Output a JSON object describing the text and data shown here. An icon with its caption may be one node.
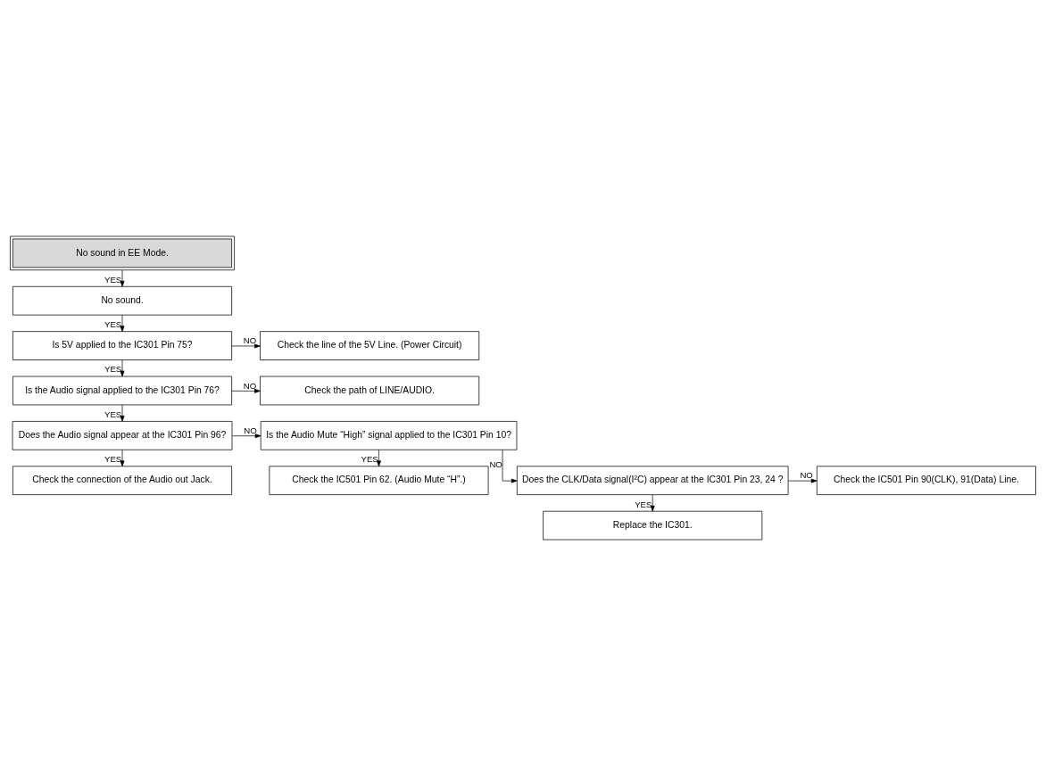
{
  "diagram": {
    "nodes": [
      {
        "text": [
          "No sound in EE Mode."
        ]
      },
      {
        "text": [
          "No sound."
        ]
      },
      {
        "text": [
          "Is 5V applied to the IC301 Pin 75?"
        ]
      },
      {
        "text": [
          "Check the line of the 5V Line. (Power Circuit)"
        ]
      },
      {
        "text": [
          "Is the Audio signal applied to the IC301 Pin 76?"
        ]
      },
      {
        "text": [
          "Check the path of LINE/AUDIO."
        ]
      },
      {
        "text": [
          "Does the Audio signal appear at the IC301 Pin 96?"
        ]
      },
      {
        "text": [
          "Is the Audio Mute “High” signal applied to the IC301 Pin 10?"
        ]
      },
      {
        "text": [
          "Check the connection of the Audio out Jack."
        ]
      },
      {
        "text": [
          "Check the IC501 Pin 62. (Audio Mute “H”.)"
        ]
      },
      {
        "text": [
          "Does the CLK/Data signal(I²C) appear at the IC301 Pin 23, 24 ?"
        ]
      },
      {
        "text": [
          "Check the IC501 Pin 90(CLK), 91(Data) Line."
        ]
      },
      {
        "text": [
          "Replace the IC301."
        ]
      }
    ],
    "edges": [
      {
        "from": 0,
        "to": 1,
        "arrow": "to",
        "label": "YES"
      },
      {
        "from": 1,
        "to": 2,
        "arrow": "to",
        "label": "YES"
      },
      {
        "from": 2,
        "to": 3,
        "arrow": "to",
        "label": "NO"
      },
      {
        "from": 2,
        "to": 4,
        "arrow": "to",
        "label": "YES"
      },
      {
        "from": 4,
        "to": 5,
        "arrow": "to",
        "label": "NO"
      },
      {
        "from": 4,
        "to": 6,
        "arrow": "to",
        "label": "YES"
      },
      {
        "from": 6,
        "to": 7,
        "arrow": "to",
        "label": "NO"
      },
      {
        "from": 6,
        "to": 8,
        "arrow": "to",
        "label": "YES"
      },
      {
        "from": 7,
        "to": 9,
        "arrow": "to",
        "label": "YES"
      },
      {
        "from": 7,
        "to": 10,
        "arrow": "to",
        "label": "NO"
      },
      {
        "from": 10,
        "to": 11,
        "arrow": "to",
        "label": "NO"
      },
      {
        "from": 10,
        "to": 12,
        "arrow": "to",
        "label": "YES"
      }
    ]
  }
}
